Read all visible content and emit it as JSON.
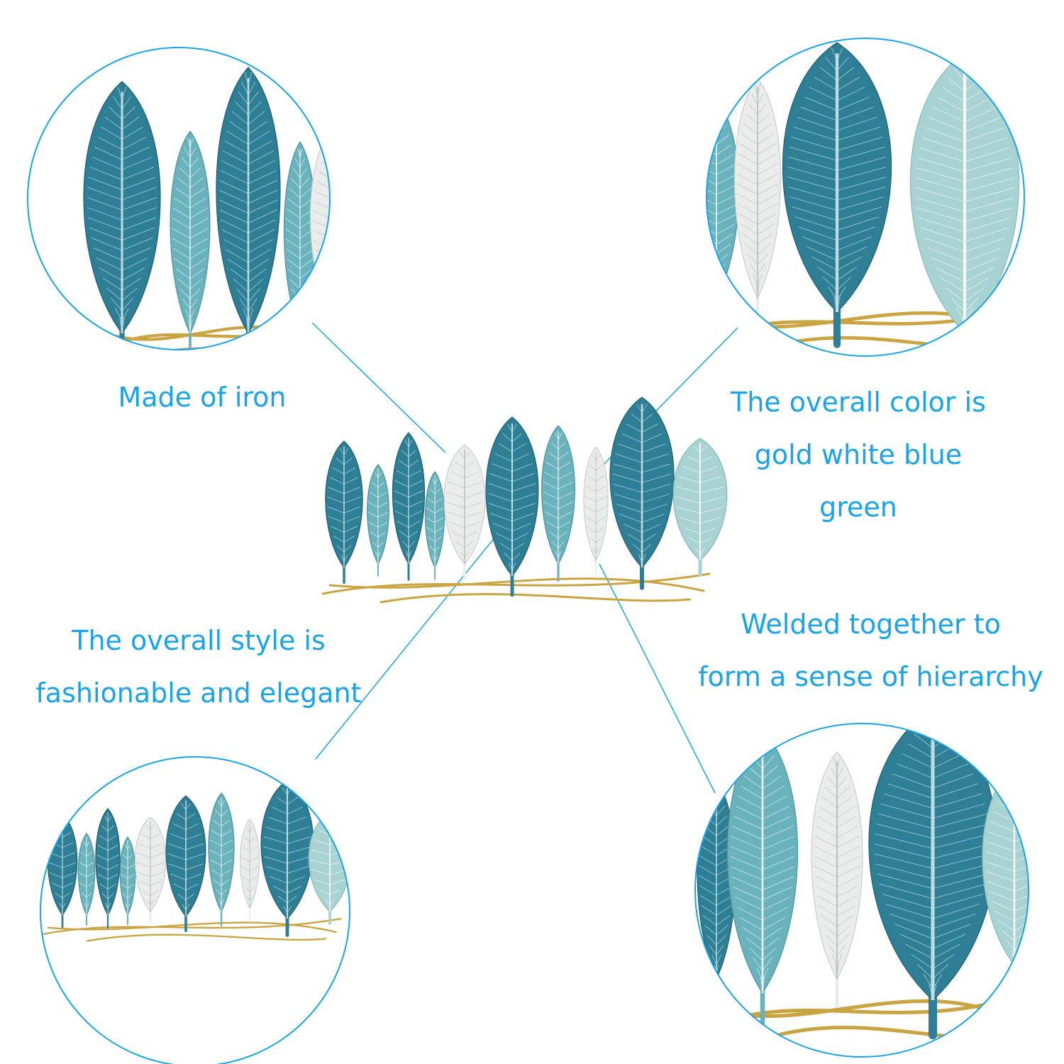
{
  "palette": {
    "accent": "#1aa3e8",
    "leaf_dark": "#2e7f95",
    "leaf_mid": "#6ab3bd",
    "leaf_light": "#a9d3d2",
    "leaf_white": "#e9ecea",
    "wire_gold": "#c9a441"
  },
  "captions": {
    "top_left": [
      "Made of iron"
    ],
    "top_right": [
      "The overall color is",
      "gold white blue",
      "green"
    ],
    "bottom_left": [
      "The overall style is",
      "fashionable and elegant"
    ],
    "bottom_right": [
      "Welded together to",
      "form a sense of hierarchy"
    ]
  }
}
